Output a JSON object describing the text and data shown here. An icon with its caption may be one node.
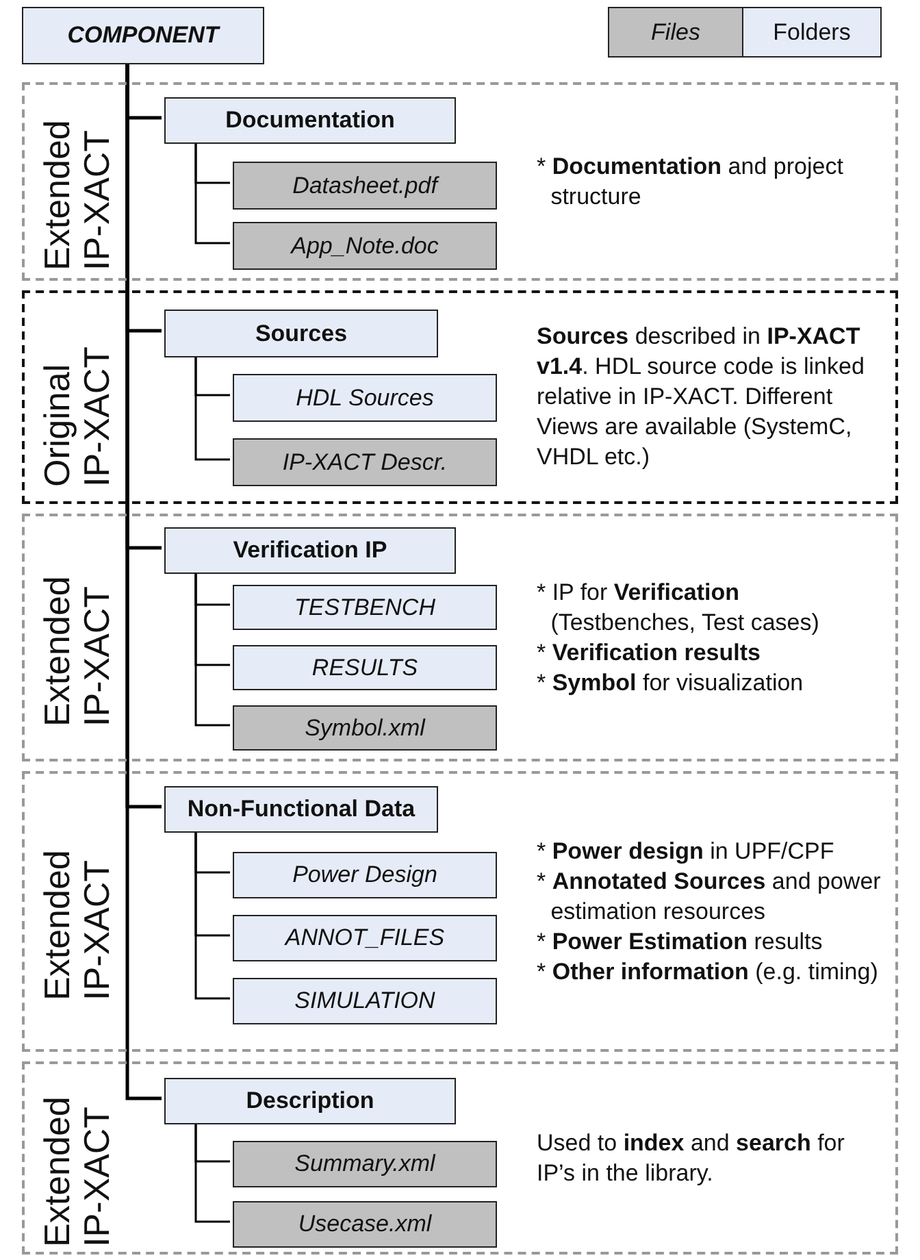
{
  "diagram": {
    "nodes": [
      {
        "text": [
          "COMPONENT"
        ]
      },
      {
        "text": [
          "Extended IP-XACT",
          "* **Documentation** and project structure"
        ]
      },
      {
        "text": [
          "Documentation"
        ],
        "in": 1
      },
      {
        "text": [
          "Datasheet.pdf"
        ],
        "in": 1
      },
      {
        "text": [
          "App_Note.doc"
        ],
        "in": 1
      },
      {
        "text": [
          "Original IP-XACT",
          "**Sources** described in **IP-XACT v1.4**. HDL source code is linked relative in IP-XACT. Different Views are available (SystemC, VHDL etc.)"
        ]
      },
      {
        "text": [
          "Sources"
        ],
        "in": 5
      },
      {
        "text": [
          "HDL Sources"
        ],
        "in": 5
      },
      {
        "text": [
          "IP-XACT Descr."
        ],
        "in": 5
      },
      {
        "text": [
          "Extended IP-XACT",
          "* IP for **Verification** (Testbenches, Test cases)",
          "* **Verification results**",
          "* **Symbol** for visualization"
        ]
      },
      {
        "text": [
          "Verification IP"
        ],
        "in": 9
      },
      {
        "text": [
          "TESTBENCH"
        ],
        "in": 9
      },
      {
        "text": [
          "RESULTS"
        ],
        "in": 9
      },
      {
        "text": [
          "Symbol.xml"
        ],
        "in": 9
      },
      {
        "text": [
          "Extended IP-XACT",
          "* **Power design** in UPF/CPF",
          "* **Annotated Sources** and power estimation resources",
          "* **Power Estimation** results",
          "* **Other information** (e.g. timing)"
        ]
      },
      {
        "text": [
          "Non-Functional Data"
        ],
        "in": 14
      },
      {
        "text": [
          "Power Design"
        ],
        "in": 14
      },
      {
        "text": [
          "ANNOT_FILES"
        ],
        "in": 14
      },
      {
        "text": [
          "SIMULATION"
        ],
        "in": 14
      },
      {
        "text": [
          "Extended IP-XACT",
          "Used to **index** and **search** for IP’s in the library."
        ]
      },
      {
        "text": [
          "Description"
        ],
        "in": 19
      },
      {
        "text": [
          "Summary.xml"
        ],
        "in": 19
      },
      {
        "text": [
          "Usecase.xml"
        ],
        "in": 19
      }
    ],
    "edges": [
      {
        "from": 0,
        "to": 2,
        "arrow": "none"
      },
      {
        "from": 2,
        "to": 3,
        "arrow": "none"
      },
      {
        "from": 2,
        "to": 4,
        "arrow": "none"
      },
      {
        "from": 0,
        "to": 6,
        "arrow": "none"
      },
      {
        "from": 6,
        "to": 7,
        "arrow": "none"
      },
      {
        "from": 6,
        "to": 8,
        "arrow": "none"
      },
      {
        "from": 0,
        "to": 10,
        "arrow": "none"
      },
      {
        "from": 10,
        "to": 11,
        "arrow": "none"
      },
      {
        "from": 10,
        "to": 12,
        "arrow": "none"
      },
      {
        "from": 10,
        "to": 13,
        "arrow": "none"
      },
      {
        "from": 0,
        "to": 15,
        "arrow": "none"
      },
      {
        "from": 15,
        "to": 16,
        "arrow": "none"
      },
      {
        "from": 15,
        "to": 17,
        "arrow": "none"
      },
      {
        "from": 15,
        "to": 18,
        "arrow": "none"
      },
      {
        "from": 0,
        "to": 20,
        "arrow": "none"
      },
      {
        "from": 20,
        "to": 21,
        "arrow": "none"
      },
      {
        "from": 20,
        "to": 22,
        "arrow": "none"
      }
    ],
    "legend": [
      {
        "text": "Files",
        "color": "#c0c0c0"
      },
      {
        "text": "Folders",
        "color": "#e6ecf7"
      }
    ]
  }
}
